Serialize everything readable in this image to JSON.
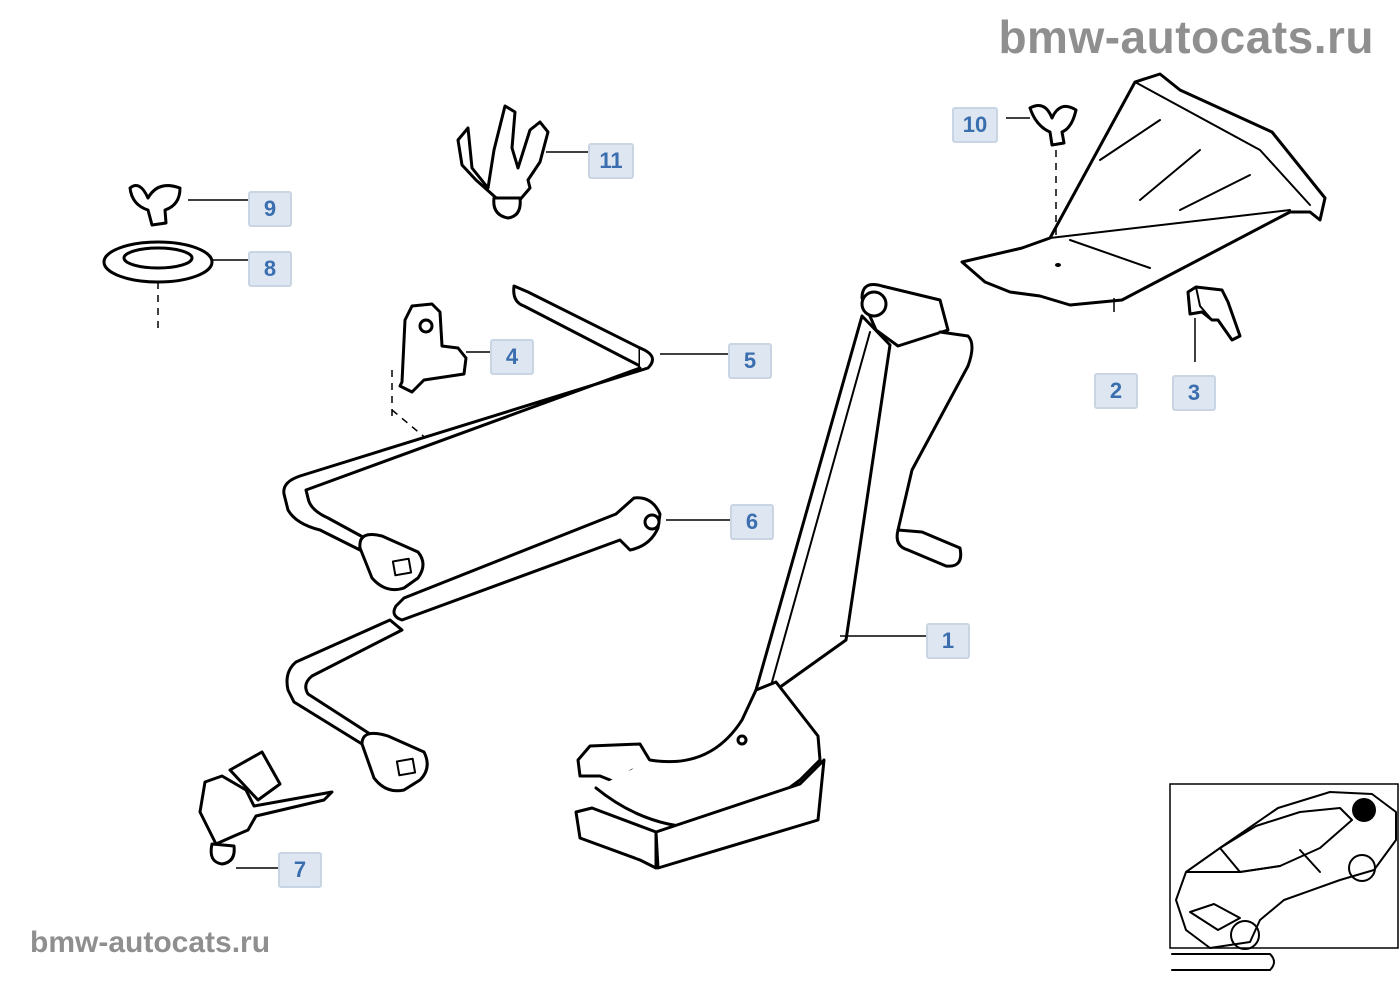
{
  "watermark": {
    "top": "bmw-autocats.ru",
    "bottom": "bmw-autocats.ru"
  },
  "callouts": [
    "1",
    "2",
    "3",
    "4",
    "5",
    "6",
    "7",
    "8",
    "9",
    "10",
    "11"
  ],
  "icons": {
    "locator": "car-locator-icon"
  }
}
